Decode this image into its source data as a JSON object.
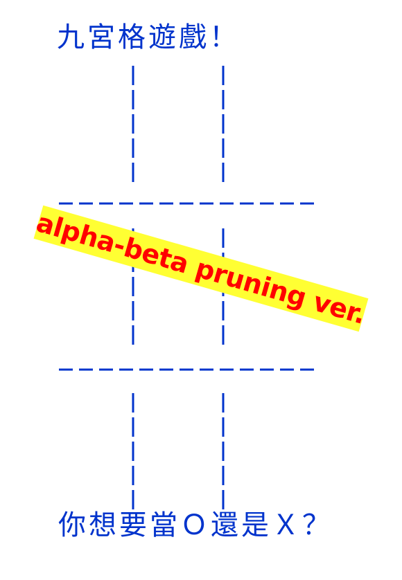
{
  "game": {
    "title": "九宮格遊戲！",
    "prompt": "你想要當Ｏ還是Ｘ？"
  },
  "banner": {
    "text": "alpha-beta pruning ver."
  },
  "colors": {
    "text_blue": "#0033cc",
    "grid_blue": "#0033cc",
    "banner_bg": "#ffff33",
    "banner_text": "#ff0000"
  }
}
